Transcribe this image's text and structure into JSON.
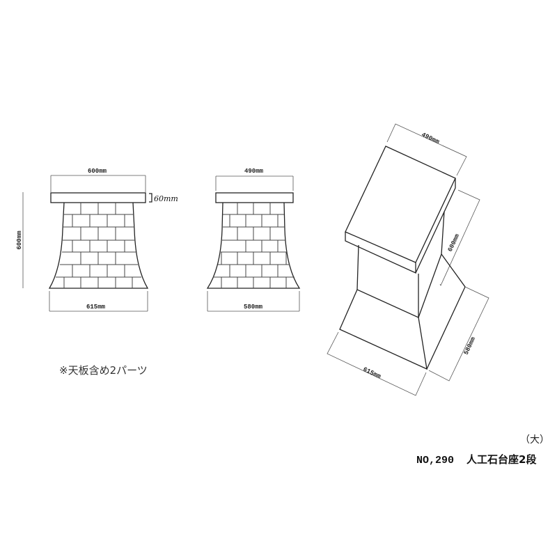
{
  "front_view": {
    "top_width": "600mm",
    "top_thickness": "60mm",
    "height": "600mm",
    "base_width": "615mm"
  },
  "side_view": {
    "top_width": "490mm",
    "base_width": "580mm"
  },
  "iso_view": {
    "top_depth": "490mm",
    "height": "600mm",
    "base_depth": "580mm",
    "base_width": "615mm"
  },
  "note": "※天板含め2パーツ",
  "product": {
    "size": "（大）",
    "number": "NO,290",
    "name": "人工石台座2段"
  }
}
